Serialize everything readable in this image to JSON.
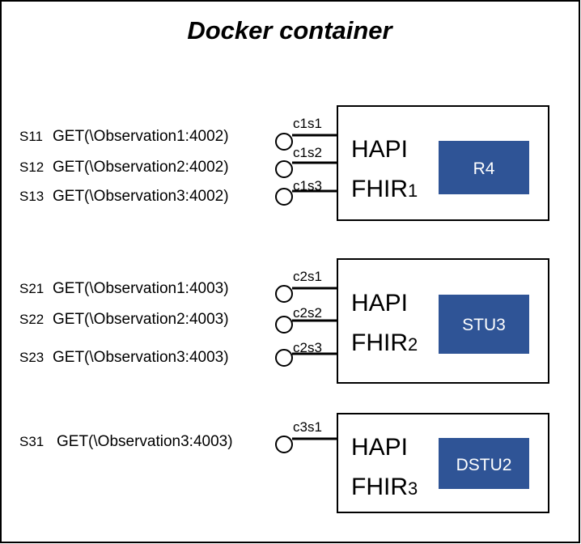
{
  "container": {
    "title": "Docker container"
  },
  "colors": {
    "version_box": "#2f5496",
    "line": "#000000"
  },
  "servers": [
    {
      "label_main": "HAPI",
      "label_name": "FHIR",
      "label_sub": "1",
      "version": "R4",
      "connections": [
        {
          "id": "S11",
          "request": "GET(\\Observation1:4002)",
          "connector": "c1s1"
        },
        {
          "id": "S12",
          "request": "GET(\\Observation2:4002)",
          "connector": "c1s2"
        },
        {
          "id": "S13",
          "request": "GET(\\Observation3:4002)",
          "connector": "c1s3"
        }
      ]
    },
    {
      "label_main": "HAPI",
      "label_name": "FHIR",
      "label_sub": "2",
      "version": "STU3",
      "connections": [
        {
          "id": "S21",
          "request": "GET(\\Observation1:4003)",
          "connector": "c2s1"
        },
        {
          "id": "S22",
          "request": "GET(\\Observation2:4003)",
          "connector": "c2s2"
        },
        {
          "id": "S23",
          "request": "GET(\\Observation3:4003)",
          "connector": "c2s3"
        }
      ]
    },
    {
      "label_main": "HAPI",
      "label_name": "FHIR",
      "label_sub": "3",
      "version": "DSTU2",
      "connections": [
        {
          "id": "S31",
          "request": "GET(\\Observation3:4003)",
          "connector": "c3s1"
        }
      ]
    }
  ]
}
